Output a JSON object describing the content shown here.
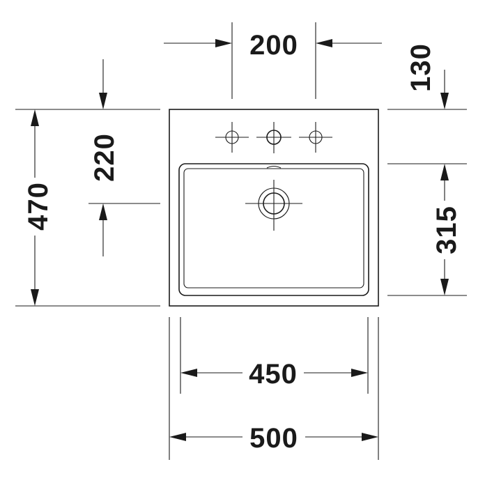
{
  "dimensions": {
    "tap_spacing": "200",
    "top_to_tap": "130",
    "tap_to_drain": "220",
    "overall_depth": "470",
    "bowl_depth": "315",
    "bowl_width": "450",
    "overall_width": "500"
  },
  "colors": {
    "ink": "#1a1a1a",
    "background": "#ffffff"
  }
}
